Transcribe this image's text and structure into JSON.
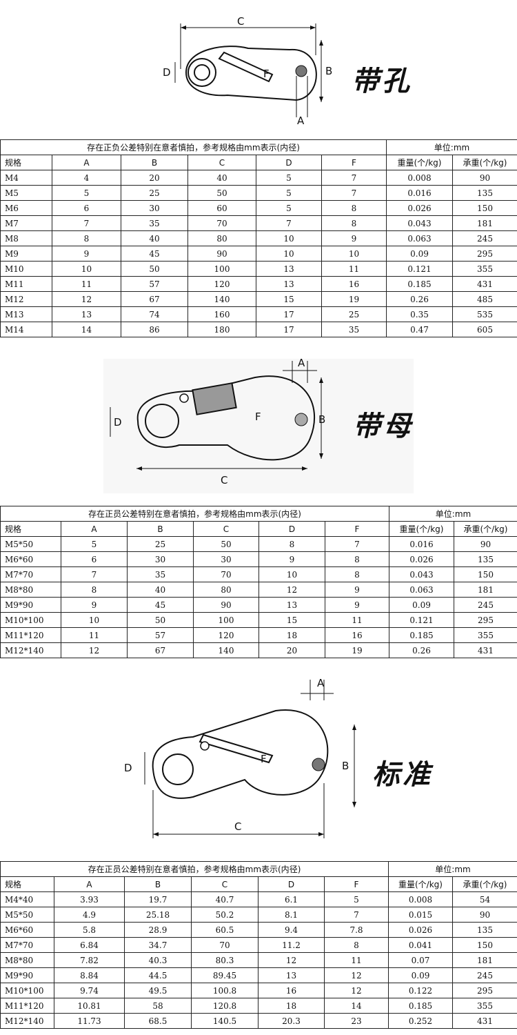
{
  "sections": [
    {
      "callout": "带孔",
      "note": "存在正负公差特别在意者慎拍，参考规格由mm表示(内径)",
      "unit": "单位:mm",
      "headers": [
        "规格",
        "A",
        "B",
        "C",
        "D",
        "F",
        "重量(个/kg)",
        "承重(个/kg)"
      ],
      "dims": {
        "a": "A",
        "b": "B",
        "c": "C",
        "d": "D",
        "f": "F"
      },
      "rows": [
        [
          "M4",
          "4",
          "20",
          "40",
          "5",
          "7",
          "0.008",
          "90"
        ],
        [
          "M5",
          "5",
          "25",
          "50",
          "5",
          "7",
          "0.016",
          "135"
        ],
        [
          "M6",
          "6",
          "30",
          "60",
          "5",
          "8",
          "0.026",
          "150"
        ],
        [
          "M7",
          "7",
          "35",
          "70",
          "7",
          "8",
          "0.043",
          "181"
        ],
        [
          "M8",
          "8",
          "40",
          "80",
          "10",
          "9",
          "0.063",
          "245"
        ],
        [
          "M9",
          "9",
          "45",
          "90",
          "10",
          "10",
          "0.09",
          "295"
        ],
        [
          "M10",
          "10",
          "50",
          "100",
          "13",
          "11",
          "0.121",
          "355"
        ],
        [
          "M11",
          "11",
          "57",
          "120",
          "13",
          "16",
          "0.185",
          "431"
        ],
        [
          "M12",
          "12",
          "67",
          "140",
          "15",
          "19",
          "0.26",
          "485"
        ],
        [
          "M13",
          "13",
          "74",
          "160",
          "17",
          "25",
          "0.35",
          "535"
        ],
        [
          "M14",
          "14",
          "86",
          "180",
          "17",
          "35",
          "0.47",
          "605"
        ]
      ]
    },
    {
      "callout": "带母",
      "note": "存在正员公差特别在意者慎拍，参考规格由mm表示(内径)",
      "unit": "单位:mm",
      "headers": [
        "规格",
        "A",
        "B",
        "C",
        "D",
        "F",
        "重量(个/kg)",
        "承重(个/kg)"
      ],
      "dims": {
        "a": "A",
        "b": "B",
        "c": "C",
        "d": "D",
        "f": "F"
      },
      "rows": [
        [
          "M5*50",
          "5",
          "25",
          "50",
          "8",
          "7",
          "0.016",
          "90"
        ],
        [
          "M6*60",
          "6",
          "30",
          "30",
          "9",
          "8",
          "0.026",
          "135"
        ],
        [
          "M7*70",
          "7",
          "35",
          "70",
          "10",
          "8",
          "0.043",
          "150"
        ],
        [
          "M8*80",
          "8",
          "40",
          "80",
          "12",
          "9",
          "0.063",
          "181"
        ],
        [
          "M9*90",
          "9",
          "45",
          "90",
          "13",
          "9",
          "0.09",
          "245"
        ],
        [
          "M10*100",
          "10",
          "50",
          "100",
          "15",
          "11",
          "0.121",
          "295"
        ],
        [
          "M11*120",
          "11",
          "57",
          "120",
          "18",
          "16",
          "0.185",
          "355"
        ],
        [
          "M12*140",
          "12",
          "67",
          "140",
          "20",
          "19",
          "0.26",
          "431"
        ]
      ]
    },
    {
      "callout": "标准",
      "note": "存在正员公差特别在意者慎拍，参考规格由mm表示(内径)",
      "unit": "单位:mm",
      "headers": [
        "规格",
        "A",
        "B",
        "C",
        "D",
        "F",
        "重量(个/kg)",
        "承重(个/kg)"
      ],
      "dims": {
        "a": "A",
        "b": "B",
        "c": "C",
        "d": "D",
        "f": "F"
      },
      "rows": [
        [
          "M4*40",
          "3.93",
          "19.7",
          "40.7",
          "6.1",
          "5",
          "0.008",
          "54"
        ],
        [
          "M5*50",
          "4.9",
          "25.18",
          "50.2",
          "8.1",
          "7",
          "0.015",
          "90"
        ],
        [
          "M6*60",
          "5.8",
          "28.9",
          "60.5",
          "9.4",
          "7.8",
          "0.026",
          "135"
        ],
        [
          "M7*70",
          "6.84",
          "34.7",
          "70",
          "11.2",
          "8",
          "0.041",
          "150"
        ],
        [
          "M8*80",
          "7.82",
          "40.3",
          "80.3",
          "12",
          "11",
          "0.07",
          "181"
        ],
        [
          "M9*90",
          "8.84",
          "44.5",
          "89.45",
          "13",
          "12",
          "0.09",
          "245"
        ],
        [
          "M10*100",
          "9.74",
          "49.5",
          "100.8",
          "16",
          "12",
          "0.122",
          "295"
        ],
        [
          "M11*120",
          "10.81",
          "58",
          "120.8",
          "18",
          "14",
          "0.185",
          "355"
        ],
        [
          "M12*140",
          "11.73",
          "68.5",
          "140.5",
          "20.3",
          "23",
          "0.252",
          "431"
        ]
      ]
    }
  ]
}
